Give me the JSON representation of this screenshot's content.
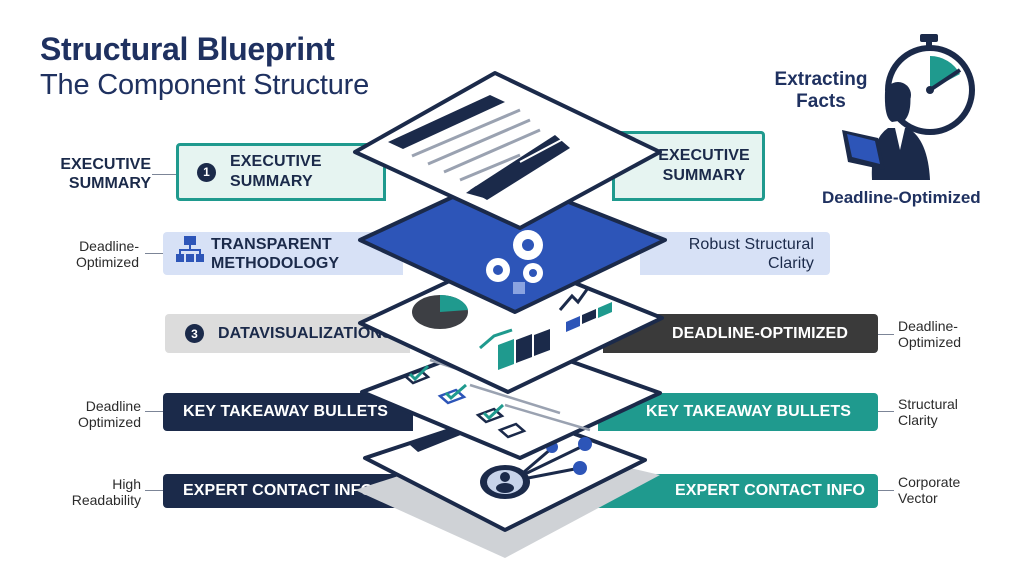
{
  "title": "Structural Blueprint",
  "subtitle": "The Component Structure",
  "corner": {
    "title": "Extracting Facts",
    "subtitle": "Deadline-Optimized"
  },
  "rows": [
    {
      "left_side": "EXECUTIVE SUMMARY",
      "badge": "1",
      "left_label": "EXECUTIVE SUMMARY",
      "right_label": "EXECUTIVE SUMMARY"
    },
    {
      "left_side": "Deadline-Optimized",
      "left_label": "TRANSPARENT METHODOLOGY",
      "right_label": "Robust Structural Clarity"
    },
    {
      "badge": "3",
      "left_label": "DATAVISUALIZATIONS",
      "right_label": "DEADLINE-OPTIMIZED",
      "right_side": "Deadline-Optimized"
    },
    {
      "left_side": "Deadline Optimized",
      "left_label": "KEY TAKEAWAY BULLETS",
      "right_label": "KEY TAKEAWAY BULLETS",
      "right_side": "Structural Clarity"
    },
    {
      "left_side": "High Readability",
      "left_label": "EXPERT CONTACT INFO",
      "right_label": "EXPERT CONTACT INFO",
      "right_side": "Corporate Vector"
    }
  ],
  "colors": {
    "navy": "#1b2a4a",
    "teal": "#1f9a8e",
    "teal_light": "#e6f4f1",
    "periwinkle": "#d7e1f6",
    "gray": "#dcdcdc",
    "charcoal": "#3a3a3a",
    "royal_blue": "#2d55b8"
  },
  "icons": [
    "hierarchy-icon",
    "stopwatch-icon",
    "businesswoman-icon",
    "pen-icon",
    "gears-icon",
    "pie-chart-icon",
    "bar-chart-icon",
    "checkbox-icon",
    "user-network-icon"
  ]
}
